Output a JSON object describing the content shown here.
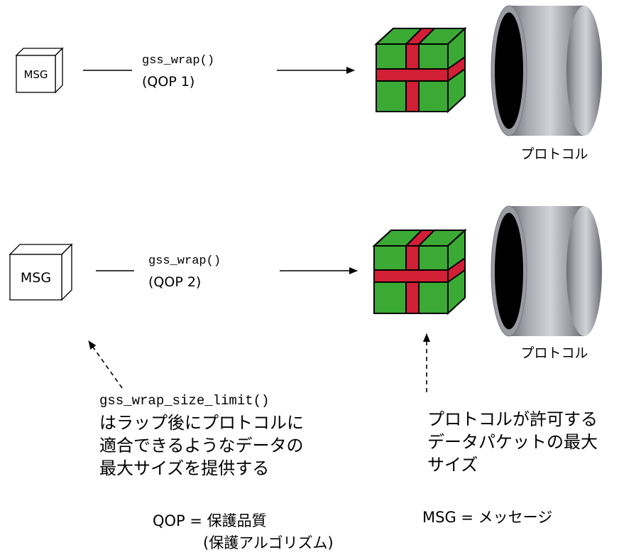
{
  "row1": {
    "msg_label": "MSG",
    "call": "gss_wrap()",
    "qop": "(QOP 1)",
    "protocol_label": "プロトコル"
  },
  "row2": {
    "msg_label": "MSG",
    "call": "gss_wrap()",
    "qop": "(QOP 2)",
    "protocol_label": "プロトコル"
  },
  "left_note": {
    "function": "gss_wrap_size_limit()",
    "lines": [
      "はラップ後にプロトコルに",
      "適合できるようなデータの",
      "最大サイズを提供する"
    ]
  },
  "right_note": {
    "lines": [
      "プロトコルが許可する",
      "データパケットの最大",
      "サイズ"
    ]
  },
  "legend": {
    "qop_line1": "QOP = 保護品質",
    "qop_line2": "(保護アルゴリズム)",
    "msg": "MSG = メッセージ"
  },
  "colors": {
    "package_green": "#3aaa35",
    "ribbon_red": "#d11f36",
    "cylinder_gray": "#9a9aa3",
    "ink": "#000000"
  }
}
